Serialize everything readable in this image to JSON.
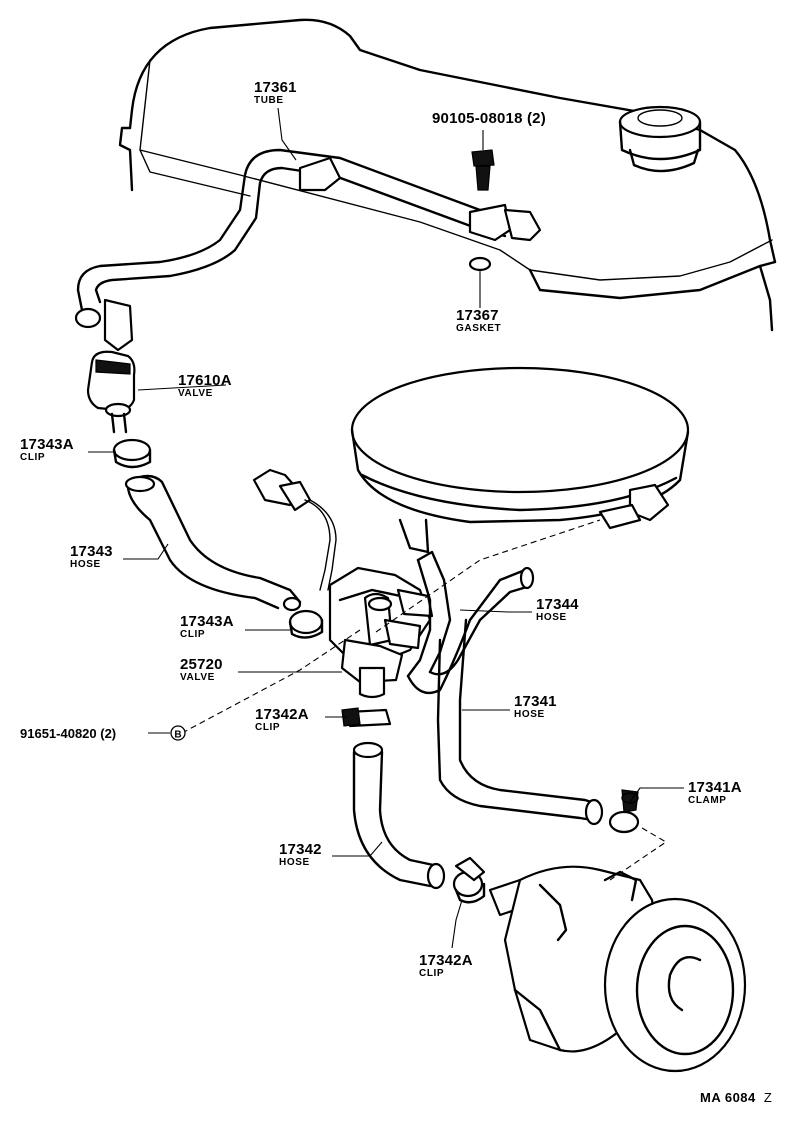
{
  "parts": {
    "p17361": {
      "number": "17361",
      "name": "TUBE"
    },
    "p90105": {
      "number": "90105-08018 (2)"
    },
    "p17367": {
      "number": "17367",
      "name": "GASKET"
    },
    "p17610A": {
      "number": "17610A",
      "name": "VALVE"
    },
    "p17343A_top": {
      "number": "17343A",
      "name": "CLIP"
    },
    "p17343": {
      "number": "17343",
      "name": "HOSE"
    },
    "p17344": {
      "number": "17344",
      "name": "HOSE"
    },
    "p17343A_mid": {
      "number": "17343A",
      "name": "CLIP"
    },
    "p25720": {
      "number": "25720",
      "name": "VALVE"
    },
    "p17341": {
      "number": "17341",
      "name": "HOSE"
    },
    "p91651": {
      "number": "91651-40820 (2)",
      "marker": "B"
    },
    "p17342A_top": {
      "number": "17342A",
      "name": "CLIP"
    },
    "p17341A": {
      "number": "17341A",
      "name": "CLAMP"
    },
    "p17342": {
      "number": "17342",
      "name": "HOSE"
    },
    "p17342A_bottom": {
      "number": "17342A",
      "name": "CLIP"
    }
  },
  "footer": {
    "code": "MA  6084",
    "mark": "Z"
  }
}
